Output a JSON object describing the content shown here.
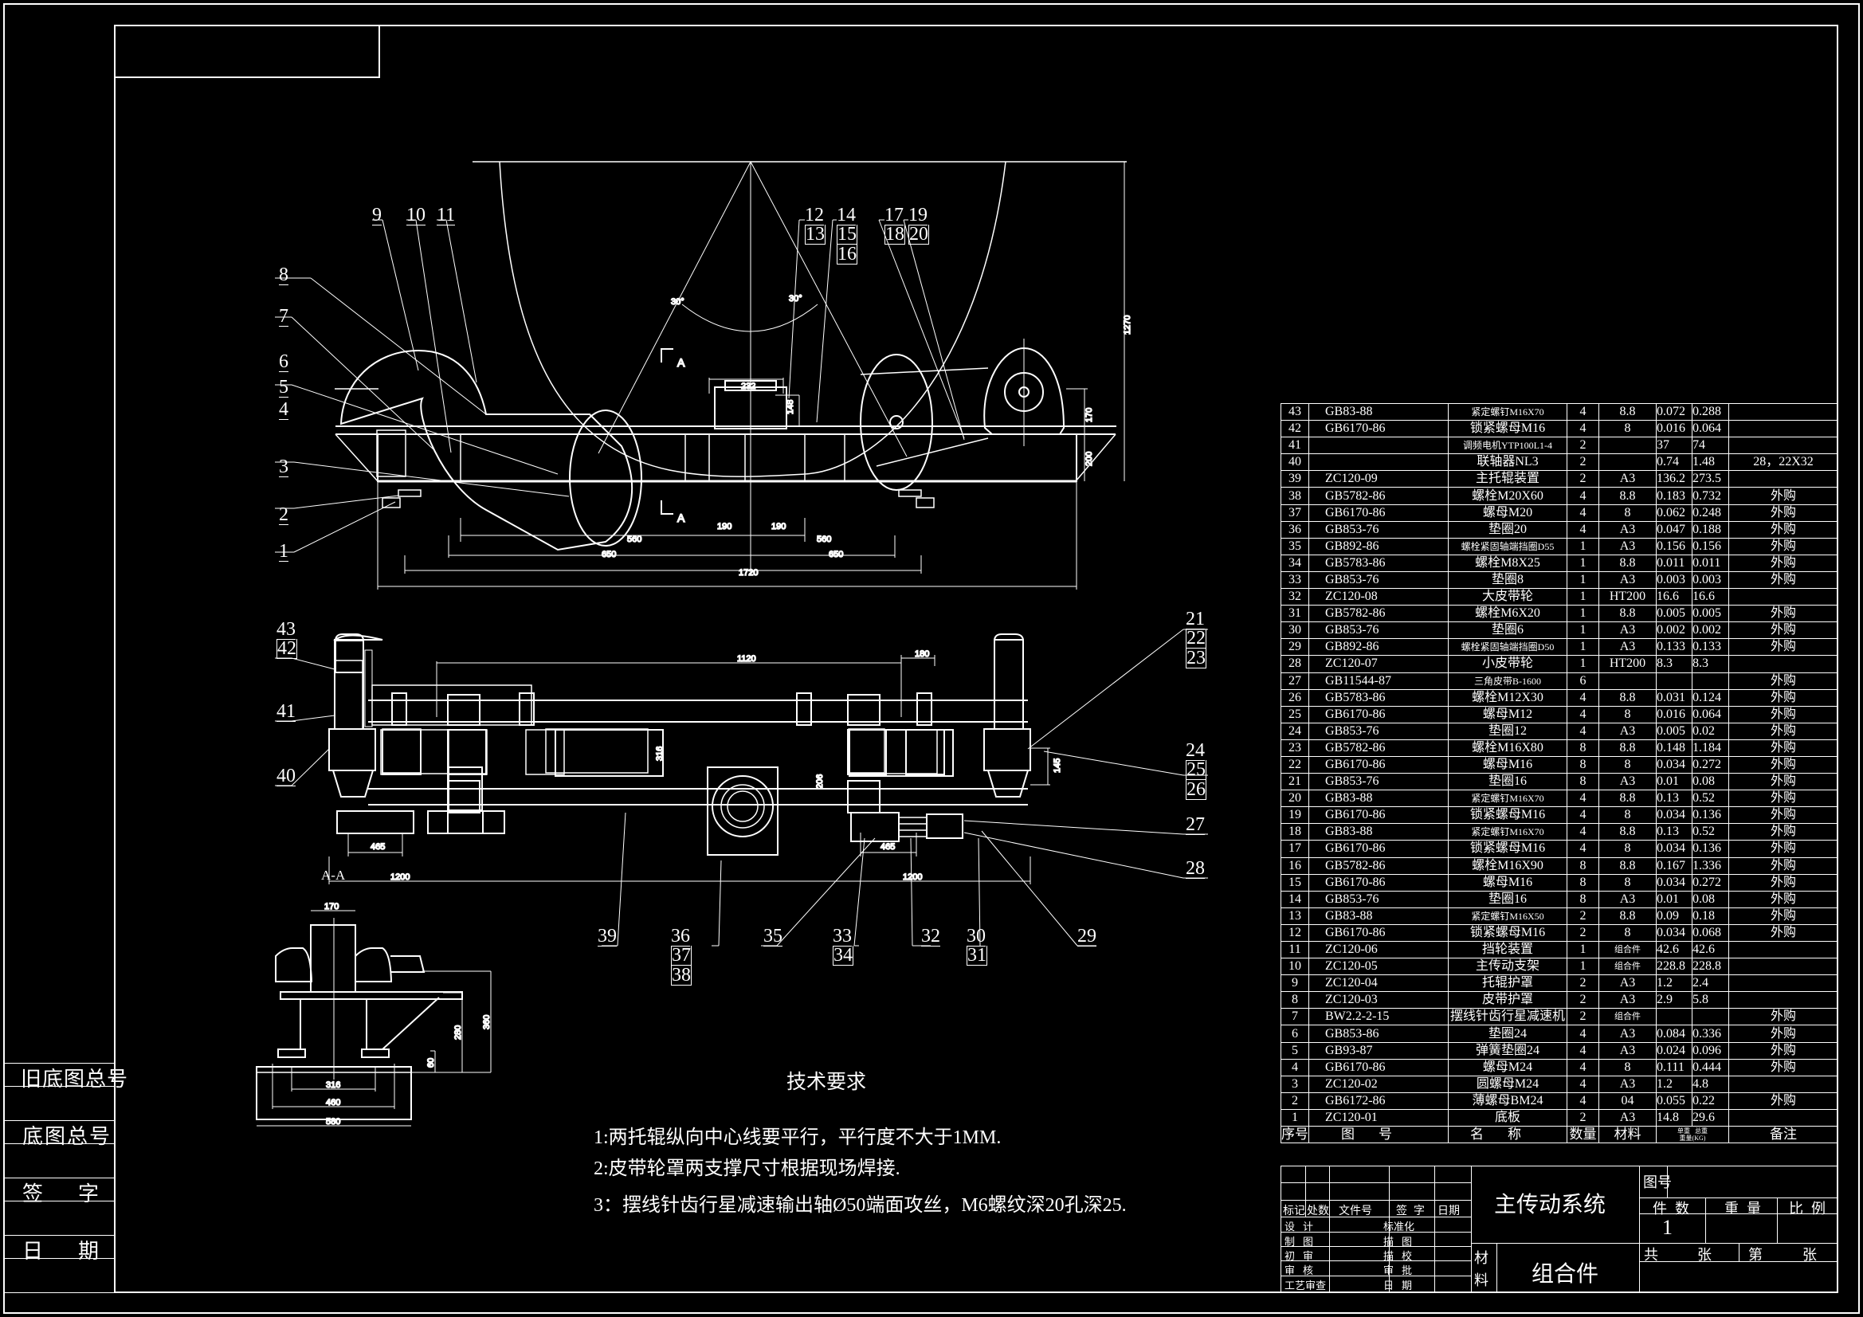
{
  "drawing": {
    "title": "主传动系统",
    "material": "组合件",
    "material_label": "材料",
    "drawing_no_label": "图号",
    "drawing_no": "",
    "qty_label": "件数",
    "weight_label": "重量",
    "scale_label": "比例",
    "qty_value": "1",
    "sheets_total_label": "共",
    "sheets_unit": "张",
    "sheet_index_label": "第",
    "sheet_index_unit": "张"
  },
  "revision_block": {
    "headers": [
      "标记",
      "处数",
      "文件号",
      "签字",
      "日期"
    ],
    "signoff_left": [
      "设计",
      "制图",
      "初审",
      "审核",
      "工艺审查"
    ],
    "signoff_right": [
      "标准化",
      "描图",
      "描校",
      "审批",
      "日期"
    ]
  },
  "side_strip": {
    "items": [
      "旧底图总号",
      "底图总号",
      "签字",
      "日期"
    ]
  },
  "technical_requirements": {
    "heading": "技术要求",
    "items": [
      "1:两托辊纵向中心线要平行，平行度不大于1MM.",
      "2:皮带轮罩两支撑尺寸根据现场焊接.",
      "3：摆线针齿行星减速输出轴Ø50端面攻丝，M6螺纹深20孔深25."
    ]
  },
  "bom": {
    "headers": {
      "no": "序号",
      "code": "图号",
      "name": "名称",
      "qty": "数量",
      "material": "材料",
      "unit_weight": "单重",
      "total_weight": "总重",
      "weight_group": "重量(KG)",
      "remark": "备注"
    },
    "rows": [
      {
        "no": "43",
        "code": "GB83-88",
        "name": "紧定螺钉M16X70",
        "qty": "4",
        "mat": "8.8",
        "unit": "0.072",
        "total": "0.288",
        "remark": ""
      },
      {
        "no": "42",
        "code": "GB6170-86",
        "name": "锁紧螺母M16",
        "qty": "4",
        "mat": "8",
        "unit": "0.016",
        "total": "0.064",
        "remark": ""
      },
      {
        "no": "41",
        "code": "",
        "name": "调频电机YTP100L1-4",
        "qty": "2",
        "mat": "",
        "unit": "37",
        "total": "74",
        "remark": ""
      },
      {
        "no": "40",
        "code": "",
        "name": "联轴器NL3",
        "qty": "2",
        "mat": "",
        "unit": "0.74",
        "total": "1.48",
        "remark": "28，22X32"
      },
      {
        "no": "39",
        "code": "ZC120-09",
        "name": "主托辊装置",
        "qty": "2",
        "mat": "A3",
        "unit": "136.2",
        "total": "273.5",
        "remark": ""
      },
      {
        "no": "38",
        "code": "GB5782-86",
        "name": "螺栓M20X60",
        "qty": "4",
        "mat": "8.8",
        "unit": "0.183",
        "total": "0.732",
        "remark": "外购"
      },
      {
        "no": "37",
        "code": "GB6170-86",
        "name": "螺母M20",
        "qty": "4",
        "mat": "8",
        "unit": "0.062",
        "total": "0.248",
        "remark": "外购"
      },
      {
        "no": "36",
        "code": "GB853-76",
        "name": "垫圈20",
        "qty": "4",
        "mat": "A3",
        "unit": "0.047",
        "total": "0.188",
        "remark": "外购"
      },
      {
        "no": "35",
        "code": "GB892-86",
        "name": "螺栓紧固轴端挡圈D55",
        "qty": "1",
        "mat": "A3",
        "unit": "0.156",
        "total": "0.156",
        "remark": "外购"
      },
      {
        "no": "34",
        "code": "GB5783-86",
        "name": "螺栓M8X25",
        "qty": "1",
        "mat": "8.8",
        "unit": "0.011",
        "total": "0.011",
        "remark": "外购"
      },
      {
        "no": "33",
        "code": "GB853-76",
        "name": "垫圈8",
        "qty": "1",
        "mat": "A3",
        "unit": "0.003",
        "total": "0.003",
        "remark": "外购"
      },
      {
        "no": "32",
        "code": "ZC120-08",
        "name": "大皮带轮",
        "qty": "1",
        "mat": "HT200",
        "unit": "16.6",
        "total": "16.6",
        "remark": ""
      },
      {
        "no": "31",
        "code": "GB5782-86",
        "name": "螺栓M6X20",
        "qty": "1",
        "mat": "8.8",
        "unit": "0.005",
        "total": "0.005",
        "remark": "外购"
      },
      {
        "no": "30",
        "code": "GB853-76",
        "name": "垫圈6",
        "qty": "1",
        "mat": "A3",
        "unit": "0.002",
        "total": "0.002",
        "remark": "外购"
      },
      {
        "no": "29",
        "code": "GB892-86",
        "name": "螺栓紧固轴端挡圈D50",
        "qty": "1",
        "mat": "A3",
        "unit": "0.133",
        "total": "0.133",
        "remark": "外购"
      },
      {
        "no": "28",
        "code": "ZC120-07",
        "name": "小皮带轮",
        "qty": "1",
        "mat": "HT200",
        "unit": "8.3",
        "total": "8.3",
        "remark": ""
      },
      {
        "no": "27",
        "code": "GB11544-87",
        "name": "三角皮带B-1600",
        "qty": "6",
        "mat": "",
        "unit": "",
        "total": "",
        "remark": "外购"
      },
      {
        "no": "26",
        "code": "GB5783-86",
        "name": "螺栓M12X30",
        "qty": "4",
        "mat": "8.8",
        "unit": "0.031",
        "total": "0.124",
        "remark": "外购"
      },
      {
        "no": "25",
        "code": "GB6170-86",
        "name": "螺母M12",
        "qty": "4",
        "mat": "8",
        "unit": "0.016",
        "total": "0.064",
        "remark": "外购"
      },
      {
        "no": "24",
        "code": "GB853-76",
        "name": "垫圈12",
        "qty": "4",
        "mat": "A3",
        "unit": "0.005",
        "total": "0.02",
        "remark": "外购"
      },
      {
        "no": "23",
        "code": "GB5782-86",
        "name": "螺栓M16X80",
        "qty": "8",
        "mat": "8.8",
        "unit": "0.148",
        "total": "1.184",
        "remark": "外购"
      },
      {
        "no": "22",
        "code": "GB6170-86",
        "name": "螺母M16",
        "qty": "8",
        "mat": "8",
        "unit": "0.034",
        "total": "0.272",
        "remark": "外购"
      },
      {
        "no": "21",
        "code": "GB853-76",
        "name": "垫圈16",
        "qty": "8",
        "mat": "A3",
        "unit": "0.01",
        "total": "0.08",
        "remark": "外购"
      },
      {
        "no": "20",
        "code": "GB83-88",
        "name": "紧定螺钉M16X70",
        "qty": "4",
        "mat": "8.8",
        "unit": "0.13",
        "total": "0.52",
        "remark": "外购"
      },
      {
        "no": "19",
        "code": "GB6170-86",
        "name": "锁紧螺母M16",
        "qty": "4",
        "mat": "8",
        "unit": "0.034",
        "total": "0.136",
        "remark": "外购"
      },
      {
        "no": "18",
        "code": "GB83-88",
        "name": "紧定螺钉M16X70",
        "qty": "4",
        "mat": "8.8",
        "unit": "0.13",
        "total": "0.52",
        "remark": "外购"
      },
      {
        "no": "17",
        "code": "GB6170-86",
        "name": "锁紧螺母M16",
        "qty": "4",
        "mat": "8",
        "unit": "0.034",
        "total": "0.136",
        "remark": "外购"
      },
      {
        "no": "16",
        "code": "GB5782-86",
        "name": "螺栓M16X90",
        "qty": "8",
        "mat": "8.8",
        "unit": "0.167",
        "total": "1.336",
        "remark": "外购"
      },
      {
        "no": "15",
        "code": "GB6170-86",
        "name": "螺母M16",
        "qty": "8",
        "mat": "8",
        "unit": "0.034",
        "total": "0.272",
        "remark": "外购"
      },
      {
        "no": "14",
        "code": "GB853-76",
        "name": "垫圈16",
        "qty": "8",
        "mat": "A3",
        "unit": "0.01",
        "total": "0.08",
        "remark": "外购"
      },
      {
        "no": "13",
        "code": "GB83-88",
        "name": "紧定螺钉M16X50",
        "qty": "2",
        "mat": "8.8",
        "unit": "0.09",
        "total": "0.18",
        "remark": "外购"
      },
      {
        "no": "12",
        "code": "GB6170-86",
        "name": "锁紧螺母M16",
        "qty": "2",
        "mat": "8",
        "unit": "0.034",
        "total": "0.068",
        "remark": "外购"
      },
      {
        "no": "11",
        "code": "ZC120-06",
        "name": "挡轮装置",
        "qty": "1",
        "mat": "组合件",
        "unit": "42.6",
        "total": "42.6",
        "remark": ""
      },
      {
        "no": "10",
        "code": "ZC120-05",
        "name": "主传动支架",
        "qty": "1",
        "mat": "组合件",
        "unit": "228.8",
        "total": "228.8",
        "remark": ""
      },
      {
        "no": "9",
        "code": "ZC120-04",
        "name": "托辊护罩",
        "qty": "2",
        "mat": "A3",
        "unit": "1.2",
        "total": "2.4",
        "remark": ""
      },
      {
        "no": "8",
        "code": "ZC120-03",
        "name": "皮带护罩",
        "qty": "2",
        "mat": "A3",
        "unit": "2.9",
        "total": "5.8",
        "remark": ""
      },
      {
        "no": "7",
        "code": "BW2.2-2-15",
        "name": "摆线针齿行星减速机",
        "qty": "2",
        "mat": "组合件",
        "unit": "",
        "total": "",
        "remark": "外购"
      },
      {
        "no": "6",
        "code": "GB853-86",
        "name": "垫圈24",
        "qty": "4",
        "mat": "A3",
        "unit": "0.084",
        "total": "0.336",
        "remark": "外购"
      },
      {
        "no": "5",
        "code": "GB93-87",
        "name": "弹簧垫圈24",
        "qty": "4",
        "mat": "A3",
        "unit": "0.024",
        "total": "0.096",
        "remark": "外购"
      },
      {
        "no": "4",
        "code": "GB6170-86",
        "name": "螺母M24",
        "qty": "4",
        "mat": "8",
        "unit": "0.111",
        "total": "0.444",
        "remark": "外购"
      },
      {
        "no": "3",
        "code": "ZC120-02",
        "name": "圆螺母M24",
        "qty": "4",
        "mat": "A3",
        "unit": "1.2",
        "total": "4.8",
        "remark": ""
      },
      {
        "no": "2",
        "code": "GB6172-86",
        "name": "薄螺母BM24",
        "qty": "4",
        "mat": "04",
        "unit": "0.055",
        "total": "0.22",
        "remark": "外购"
      },
      {
        "no": "1",
        "code": "ZC120-01",
        "name": "底板",
        "qty": "2",
        "mat": "A3",
        "unit": "14.8",
        "total": "29.6",
        "remark": ""
      }
    ]
  },
  "views": {
    "front": {
      "callouts": [
        "1",
        "2",
        "3",
        "4",
        "5",
        "6",
        "7",
        "8",
        "9",
        "10",
        "11",
        "12",
        "13",
        "14",
        "15",
        "16",
        "17",
        "18",
        "19",
        "20"
      ],
      "section_mark": "A",
      "angles": [
        "30°",
        "30°"
      ],
      "dimensions": {
        "d232": "232",
        "d148": "148",
        "d170": "170",
        "d200": "200",
        "d1270": "1270",
        "d190a": "190",
        "d190b": "190",
        "d560a": "560",
        "d560b": "560",
        "d650a": "650",
        "d650b": "650",
        "d1720": "1720"
      }
    },
    "plan": {
      "callouts": [
        "21",
        "22",
        "23",
        "24",
        "25",
        "26",
        "27",
        "28",
        "29",
        "30",
        "31",
        "32",
        "33",
        "34",
        "35",
        "36",
        "37",
        "38",
        "39",
        "40",
        "41",
        "42",
        "43"
      ],
      "dimensions": {
        "d1120": "1120",
        "d180": "180",
        "d316": "316",
        "d206": "206",
        "d145": "145",
        "d465a": "465",
        "d465b": "465",
        "d1200a": "1200",
        "d1200b": "1200"
      }
    },
    "section": {
      "title": "A-A",
      "dimensions": {
        "d170": "170",
        "d316": "316",
        "d460": "460",
        "d580": "580",
        "d60": "60",
        "d280": "280",
        "d360": "360"
      }
    }
  }
}
